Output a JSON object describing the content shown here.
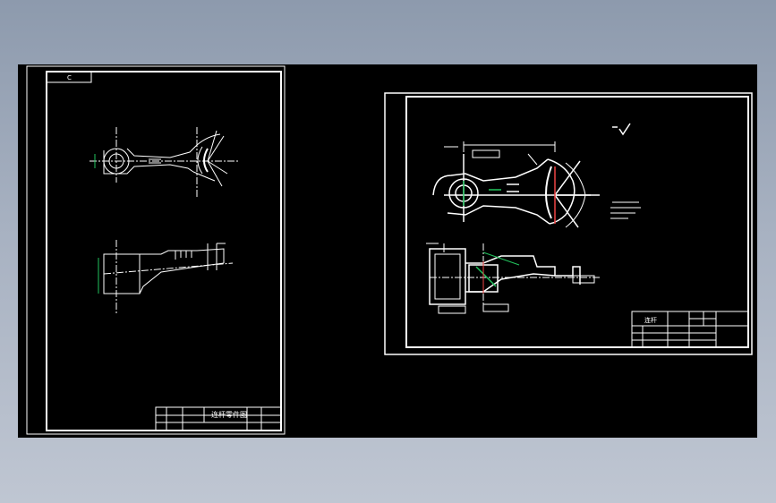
{
  "app": {
    "background_gradient": [
      "#8d9aad",
      "#bfc6d2"
    ],
    "viewport_background": "#000000",
    "line_color": "#ffffff",
    "accent_colors": {
      "green": "#22c55e",
      "red": "#ef4444"
    }
  },
  "sheet_left": {
    "corner_tag": "C",
    "title_block": {
      "title": "连杆零件图"
    }
  },
  "sheet_right": {
    "title_block": {
      "name": "连杆"
    }
  }
}
